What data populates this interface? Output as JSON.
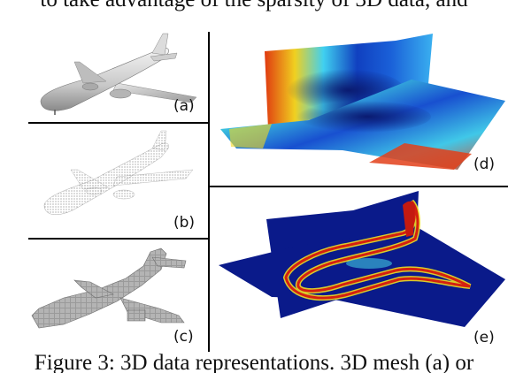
{
  "text": {
    "above_line": "to take advantage of the sparsity of 3D data, and",
    "caption": "Figure 3: 3D data representations. 3D mesh (a) or"
  },
  "panels": {
    "a": "(a)",
    "b": "(b)",
    "c": "(c)",
    "d": "(d)",
    "e": "(e)"
  }
}
